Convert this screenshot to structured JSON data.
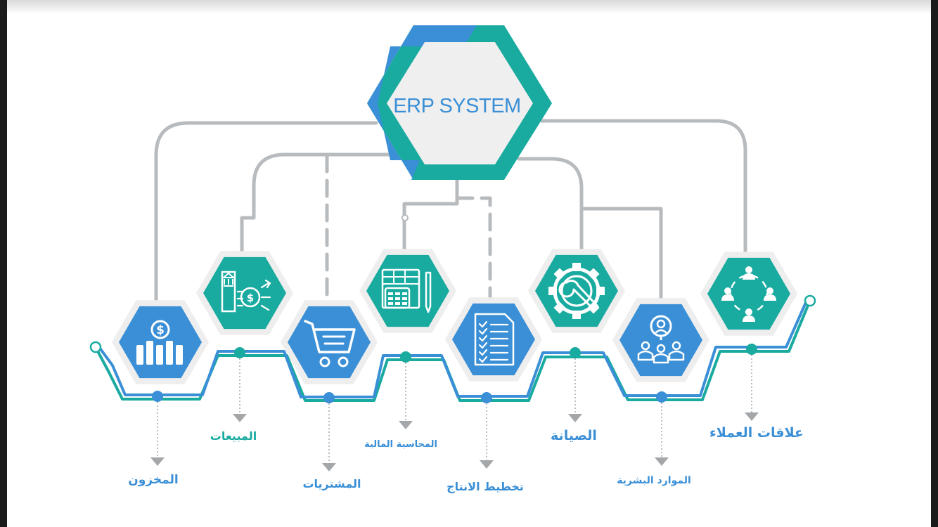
{
  "title": "ERP SYSTEM",
  "colors": {
    "blue": "#3a8fd6",
    "teal": "#19aaa0",
    "gray": "#b8bbbe",
    "hexbg": "#eeeeee"
  },
  "modules": [
    {
      "label": "المخزون",
      "icon": "dollar-bars-icon",
      "tone": "blue"
    },
    {
      "label": "المبيعات",
      "icon": "bank-dollar-icon",
      "tone": "teal"
    },
    {
      "label": "المشتريات",
      "icon": "shopping-cart-icon",
      "tone": "blue"
    },
    {
      "label": "المحاسبة المالية",
      "icon": "calculator-sheet-icon",
      "tone": "teal"
    },
    {
      "label": "تخطيط الانتاج",
      "icon": "checklist-icon",
      "tone": "blue"
    },
    {
      "label": "الصيانة",
      "icon": "gear-wrench-icon",
      "tone": "teal"
    },
    {
      "label": "الموارد البشرية",
      "icon": "hr-search-icon",
      "tone": "blue"
    },
    {
      "label": "علاقات العملاء",
      "icon": "customer-circle-icon",
      "tone": "teal"
    }
  ]
}
